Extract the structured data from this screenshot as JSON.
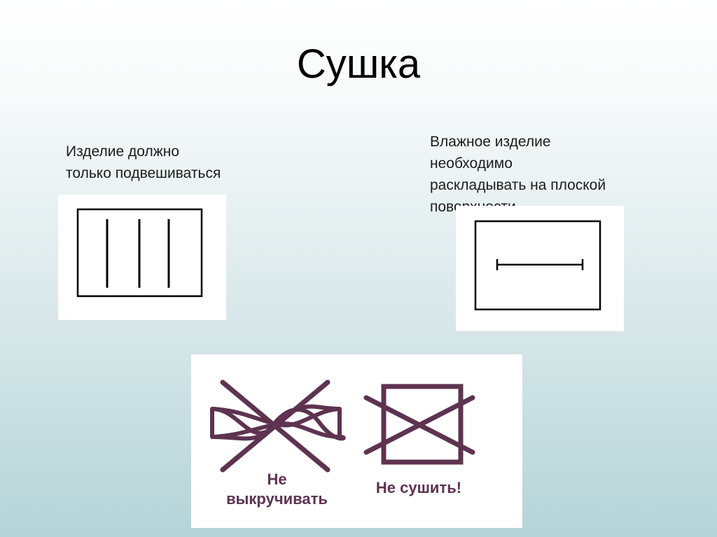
{
  "slide": {
    "title": "Сушка"
  },
  "captions": {
    "hang_line1": "Изделие должно",
    "hang_line2": "только подвешиваться",
    "flat_line1": "Влажное изделие",
    "flat_line2": "необходимо",
    "flat_line3": "раскладывать на плоской",
    "flat_line4": "поверхности"
  },
  "badges": {
    "no_wring_line1": "Не",
    "no_wring_line2": "выкручивать",
    "no_dry": "Не сушить!"
  },
  "colors": {
    "symbol_stroke": "#000000",
    "prohibited_stroke": "#5e3350"
  },
  "icons": [
    "drip-dry-icon",
    "dry-flat-icon",
    "do-not-wring-icon",
    "do-not-dry-icon"
  ]
}
